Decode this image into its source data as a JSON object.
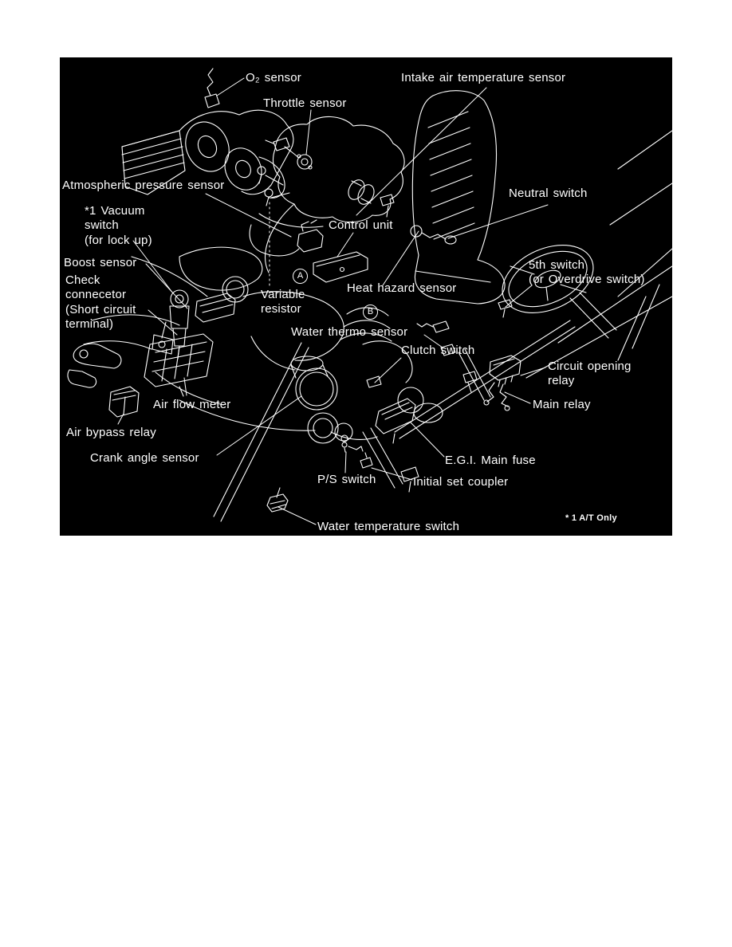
{
  "page": {
    "background": "#ffffff"
  },
  "diagram": {
    "background": "#000000",
    "ink": "#ffffff",
    "footnote": "* 1 A/T Only",
    "markers": {
      "a": "A",
      "b": "B"
    },
    "labels": [
      {
        "id": "o2-sensor",
        "text": "O₂ sensor"
      },
      {
        "id": "throttle-sensor",
        "text": "Throttle sensor"
      },
      {
        "id": "intake-air-temperature-sensor",
        "text": "Intake air temperature sensor"
      },
      {
        "id": "atmospheric-pressure-sensor",
        "text": "Atmospheric pressure sensor"
      },
      {
        "id": "vacuum-switch",
        "text": "*1 Vacuum\nswitch\n(for lock up)"
      },
      {
        "id": "boost-sensor",
        "text": "Boost sensor"
      },
      {
        "id": "check-connecetor",
        "text": "Check\nconnecetor\n(Short circuit\nterminal)"
      },
      {
        "id": "control-unit",
        "text": "Control unit"
      },
      {
        "id": "neutral-switch",
        "text": "Neutral switch"
      },
      {
        "id": "heat-hazard-sensor",
        "text": "Heat hazard sensor"
      },
      {
        "id": "fifth-switch",
        "text": "5th switch\n(or Overdrive switch)"
      },
      {
        "id": "variable-resistor",
        "text": "Variable\nresistor"
      },
      {
        "id": "water-thermo-sensor",
        "text": "Water thermo sensor"
      },
      {
        "id": "clutch-switch",
        "text": "Clutch switch"
      },
      {
        "id": "circuit-opening-relay",
        "text": "Circuit opening\nrelay"
      },
      {
        "id": "main-relay",
        "text": "Main relay"
      },
      {
        "id": "air-flow-meter",
        "text": "Air flow meter"
      },
      {
        "id": "air-bypass-relay",
        "text": "Air bypass relay"
      },
      {
        "id": "crank-angle-sensor",
        "text": "Crank angle sensor"
      },
      {
        "id": "egi-main-fuse",
        "text": "E.G.I. Main fuse"
      },
      {
        "id": "ps-switch",
        "text": "P/S switch"
      },
      {
        "id": "initial-set-coupler",
        "text": "Initial set coupler"
      },
      {
        "id": "water-temperature-switch",
        "text": "Water temperature switch"
      }
    ]
  }
}
